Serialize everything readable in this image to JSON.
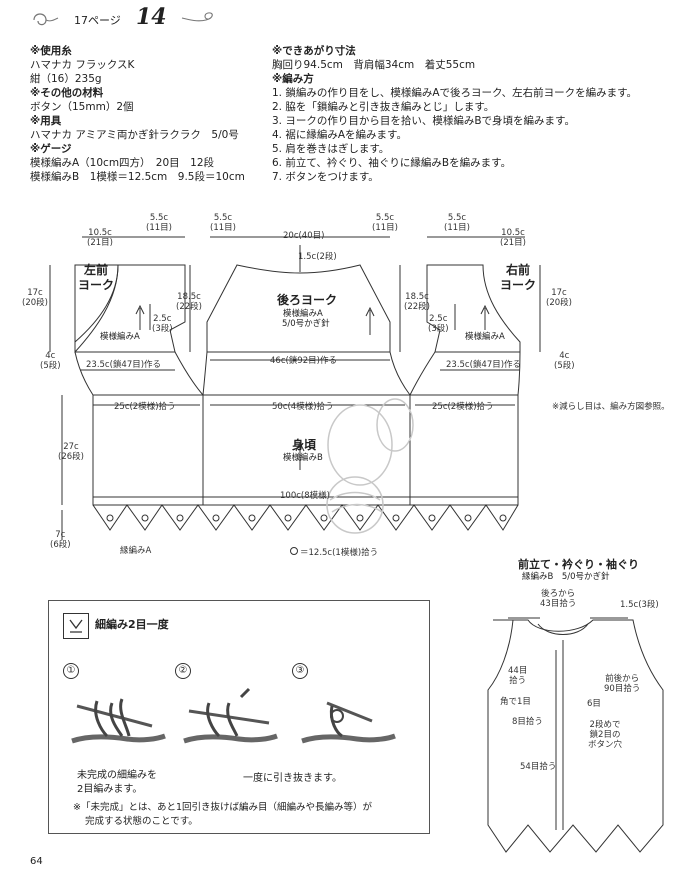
{
  "header": {
    "ref": "17ページ",
    "number": "14"
  },
  "materials": {
    "yarn_head": "※使用糸",
    "yarn_name": "ハマナカ フラックスK",
    "yarn_color": "紺（16）235g",
    "other_head": "※その他の材料",
    "buttons": "ボタン（15mm）2個",
    "tools_head": "※用具",
    "hook": "ハマナカ アミアミ両かぎ針ラクラク　5/0号",
    "gauge_head": "※ゲージ",
    "gauge_a": "模様編みA（10cm四方）　20目　12段",
    "gauge_b": "模様編みB　1模様＝12.5cm　9.5段＝10cm"
  },
  "finish": {
    "size_head": "※できあがり寸法",
    "size_text": "胸回り94.5cm　背肩幅34cm　着丈55cm",
    "method_head": "※編み方",
    "steps": [
      "1. 鎖編みの作り目をし、模様編みAで後ろヨーク、左右前ヨークを編みます。",
      "2. 脇を「鎖編みと引き抜き編みとじ」します。",
      "3. ヨークの作り目から目を拾い、模様編みBで身頃を編みます。",
      "4. 裾に縁編みAを編みます。",
      "5. 肩を巻きはぎします。",
      "6. 前立て、衿ぐり、袖ぐりに縁編みBを編みます。",
      "7. ボタンをつけます。"
    ]
  },
  "diagram": {
    "top_dims": {
      "left_top": "10.5c",
      "left_top_rows": "(21目)",
      "left_neck": "5.5c",
      "left_neck_rows": "(11目)",
      "back_left_shoulder": "5.5c",
      "back_left_shoulder_rows": "(11目)",
      "back_neck": "20c(40目)",
      "back_right_shoulder": "5.5c",
      "back_right_shoulder_rows": "(11目)",
      "right_neck": "5.5c",
      "right_neck_rows": "(11目)",
      "right_top": "10.5c",
      "right_top_rows": "(21目)",
      "back_neck_depth": "1.5c(2段)"
    },
    "left_front": {
      "title": "左前\nヨーク",
      "height": "17c",
      "height_rows": "(20段)",
      "armhole": "18.5c",
      "armhole_rows": "(22段)",
      "side": "2.5c",
      "side_rows": "(3段)",
      "pattern": "模様編みA",
      "base": "23.5c(鎖47目)作る",
      "bottom_left": "4c",
      "bottom_left_rows": "(5段)"
    },
    "back": {
      "title": "後ろヨーク",
      "pattern": "模様編みA",
      "hook": "5/0号かぎ針",
      "base": "46c(鎖92目)作る"
    },
    "right_front": {
      "title": "右前\nヨーク",
      "height": "17c",
      "height_rows": "(20段)",
      "armhole": "18.5c",
      "armhole_rows": "(22段)",
      "side": "2.5c",
      "side_rows": "(3段)",
      "pattern": "模様編みA",
      "base": "23.5c(鎖47目)作る",
      "bottom_right": "4c",
      "bottom_right_rows": "(5段)"
    },
    "body": {
      "pick_left": "25c(2模様)拾う",
      "pick_center": "50c(4模様)拾う",
      "pick_right": "25c(2模様)拾う",
      "title": "身頃",
      "pattern": "模様編みB",
      "width": "100c(8模様)",
      "height": "27c",
      "height_rows": "(26段)",
      "edge_height": "7c",
      "edge_rows": "(6段)",
      "edge_label": "縁編みA",
      "repeat": "＝12.5c(1模様)拾う",
      "note": "※減らし目は、編み方図参照。"
    }
  },
  "band": {
    "title": "前立て・衿ぐり・袖ぐり",
    "subtitle": "縁編みB　5/0号かぎ針",
    "back_from": "後ろから",
    "back_pick": "43目拾う",
    "shoulder_dim": "1.5c(3段)",
    "left_pick": "44目",
    "left_pick2": "拾う",
    "front_back_from": "前後から",
    "front_back_pick": "90目拾う",
    "corner": "角で1目",
    "six": "6目",
    "eight": "8目拾う",
    "buttonhole1": "2段めで",
    "buttonhole2": "鎖2目の",
    "buttonhole3": "ボタン穴",
    "fiftyfour": "54目拾う"
  },
  "tutorial": {
    "title": "細編み2目一度",
    "steps": [
      "①",
      "②",
      "③"
    ],
    "cap1a": "未完成の細編みを",
    "cap1b": "2目編みます。",
    "cap3": "一度に引き抜きます。",
    "note_a": "※「未完成」とは、あと1回引き抜けば編み目（細編みや長編み等）が",
    "note_b": "完成する状態のことです。"
  },
  "page_number": "64"
}
